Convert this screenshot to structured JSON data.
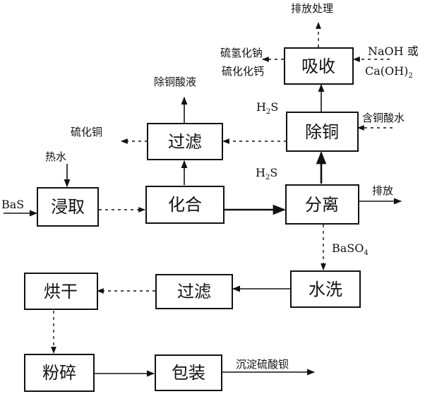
{
  "boxes": {
    "absorb": "吸收",
    "decopper": "除铜",
    "filter_top": "过滤",
    "leach": "浸取",
    "combine": "化合",
    "separate": "分离",
    "wash": "水洗",
    "filter_bottom": "过滤",
    "dry": "烘干",
    "crush": "粉碎",
    "pack": "包装"
  },
  "labels": {
    "discharge_treat": "排放处理",
    "sodium_hydrosulfide": "硫氢化钠",
    "calcium_sulfide": "硫化化钙",
    "naoh": "NaOH 或",
    "caoh2_main": "Ca(OH)",
    "caoh2_sub": "2",
    "copper_removal_liquid": "除铜酸液",
    "h2s_top_main": "H",
    "h2s_top_sub": "2",
    "h2s_top_rest": "S",
    "copper_acid_water": "含铜酸水",
    "copper_sulfide": "硫化铜",
    "hot_water": "热水",
    "bas": "BaS",
    "h2s_mid_main": "H",
    "h2s_mid_sub": "2",
    "h2s_mid_rest": "S",
    "discharge": "排放",
    "baso4_main": "BaSO",
    "baso4_sub": "4",
    "precipitated_baso4": "沉淀硫酸钡"
  }
}
